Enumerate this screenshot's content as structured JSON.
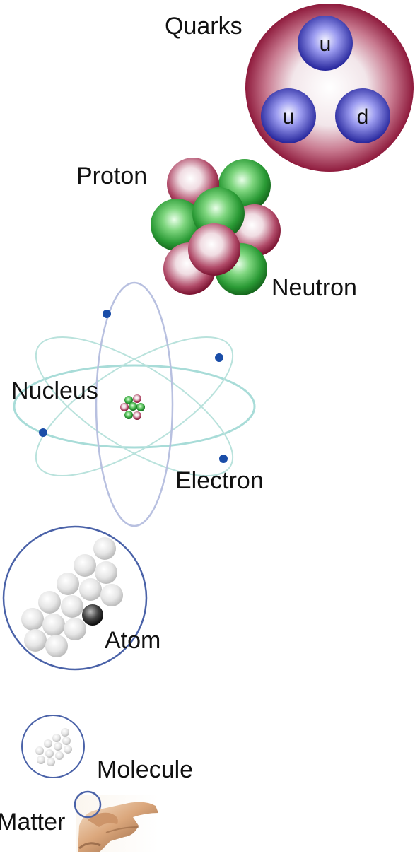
{
  "labels": {
    "quarks": "Quarks",
    "proton": "Proton",
    "neutron": "Neutron",
    "nucleus": "Nucleus",
    "electron": "Electron",
    "atom": "Atom",
    "molecule": "Molecule",
    "matter": "Matter"
  },
  "quarks": [
    "u",
    "u",
    "d"
  ],
  "colors": {
    "proton": "#8e1a3c",
    "neutron": "#1f8f2a",
    "quark": "#2a2aa0",
    "orbit": "#a8dcd8",
    "electron": "#1a4da8",
    "outline": "#4a62a8"
  }
}
